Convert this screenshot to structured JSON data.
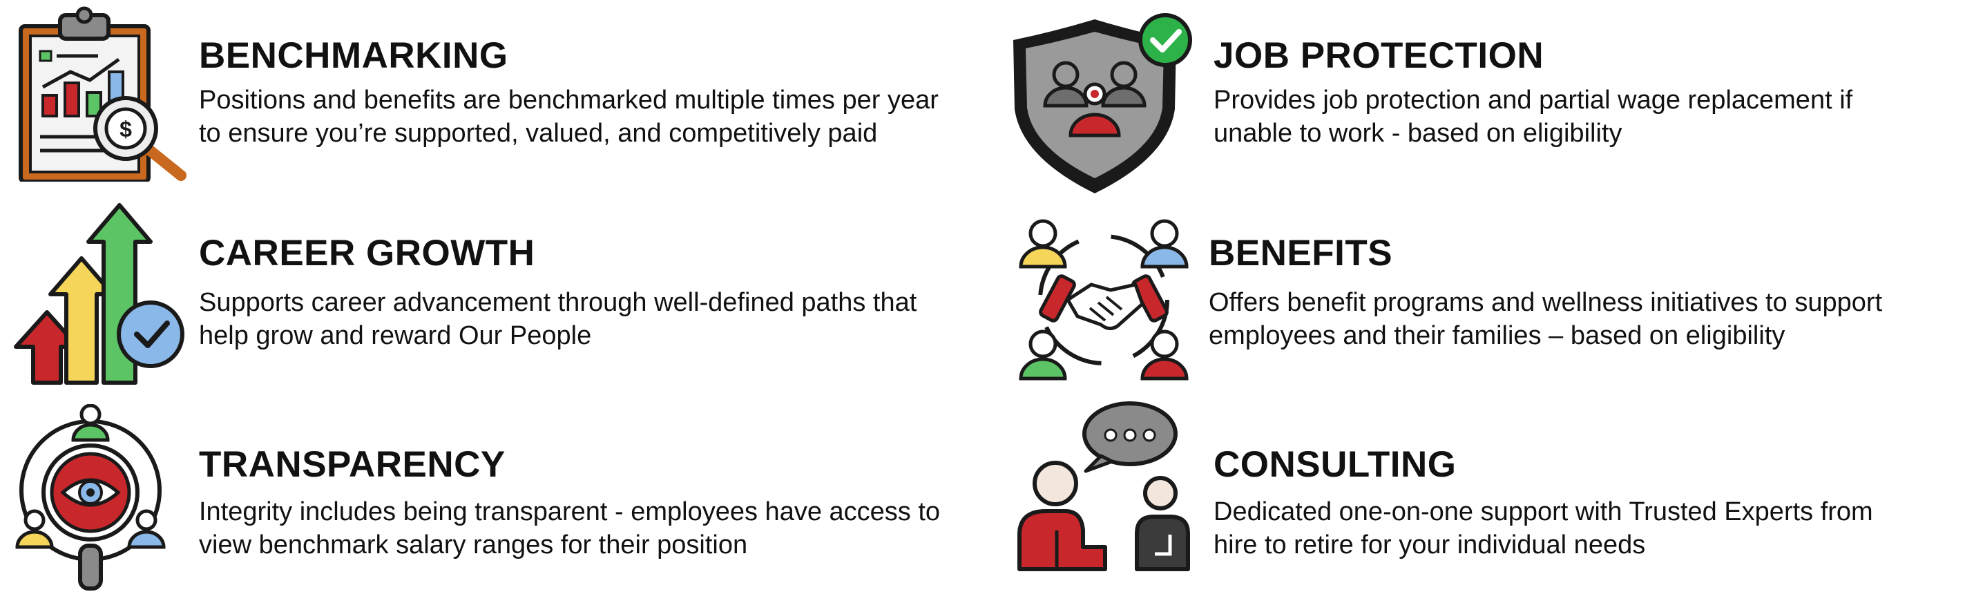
{
  "items": [
    {
      "title": "BENCHMARKING",
      "line1": "Positions and benefits are benchmarked multiple times per year",
      "line2": "to ensure you’re supported, valued, and competitively paid",
      "icon": "clipboard-chart-icon"
    },
    {
      "title": "CAREER GROWTH",
      "line1": "Supports career advancement through well-defined paths that",
      "line2": "help grow and reward Our People",
      "icon": "growth-arrows-icon"
    },
    {
      "title": "TRANSPARENCY",
      "line1": "Integrity includes being transparent - employees have access to",
      "line2": "view benchmark salary ranges for their position",
      "icon": "eye-magnifier-icon"
    },
    {
      "title": "JOB PROTECTION",
      "line1": "Provides job protection and partial wage replacement if",
      "line2": "unable to work - based on eligibility",
      "icon": "shield-people-icon"
    },
    {
      "title": "BENEFITS",
      "line1": "Offers benefit programs and wellness initiatives to support",
      "line2": "employees and their families – based on eligibility",
      "icon": "handshake-people-icon"
    },
    {
      "title": "CONSULTING",
      "line1": "Dedicated one-on-one support with Trusted Experts from",
      "line2": "hire to retire for your individual needs",
      "icon": "consulting-chat-icon"
    }
  ],
  "colors": {
    "red": "#c8282c",
    "yellow": "#f5d55a",
    "green": "#5cc465",
    "blue": "#8ab8e8",
    "orange": "#c8691f",
    "gray": "#9a9a9a",
    "dark": "#222222",
    "check_green": "#2db24a"
  }
}
